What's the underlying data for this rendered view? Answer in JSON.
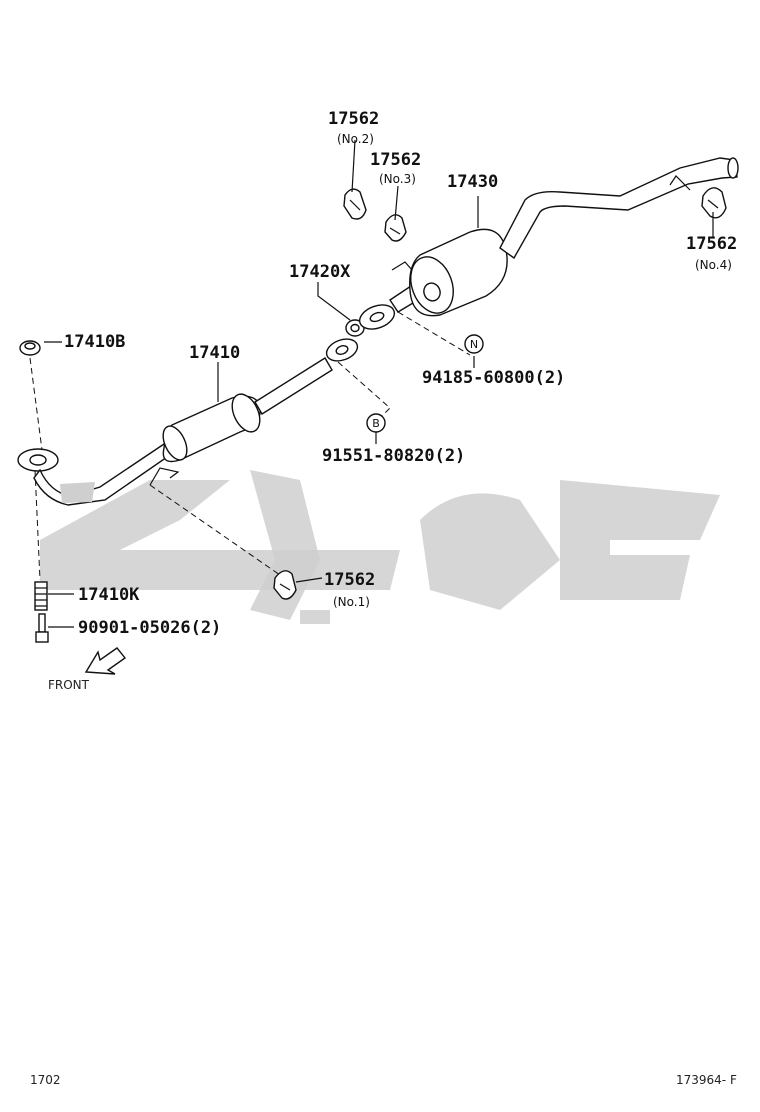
{
  "labels": {
    "p17562_no2": "17562",
    "p17562_no2_sub": "(No.2)",
    "p17562_no3": "17562",
    "p17562_no3_sub": "(No.3)",
    "p17430": "17430",
    "p17562_no4": "17562",
    "p17562_no4_sub": "(No.4)",
    "p17420x": "17420X",
    "p17410b": "17410B",
    "p17410": "17410",
    "p94185": "94185-60800(2)",
    "p91551": "91551-80820(2)",
    "p17562_no1": "17562",
    "p17562_no1_sub": "(No.1)",
    "p17410k": "17410K",
    "p90901": "90901-05026(2)",
    "front": "FRONT",
    "marker_n": "N",
    "marker_b": "B"
  },
  "footer": {
    "left_code": "1702",
    "right_code": "173964- F"
  }
}
